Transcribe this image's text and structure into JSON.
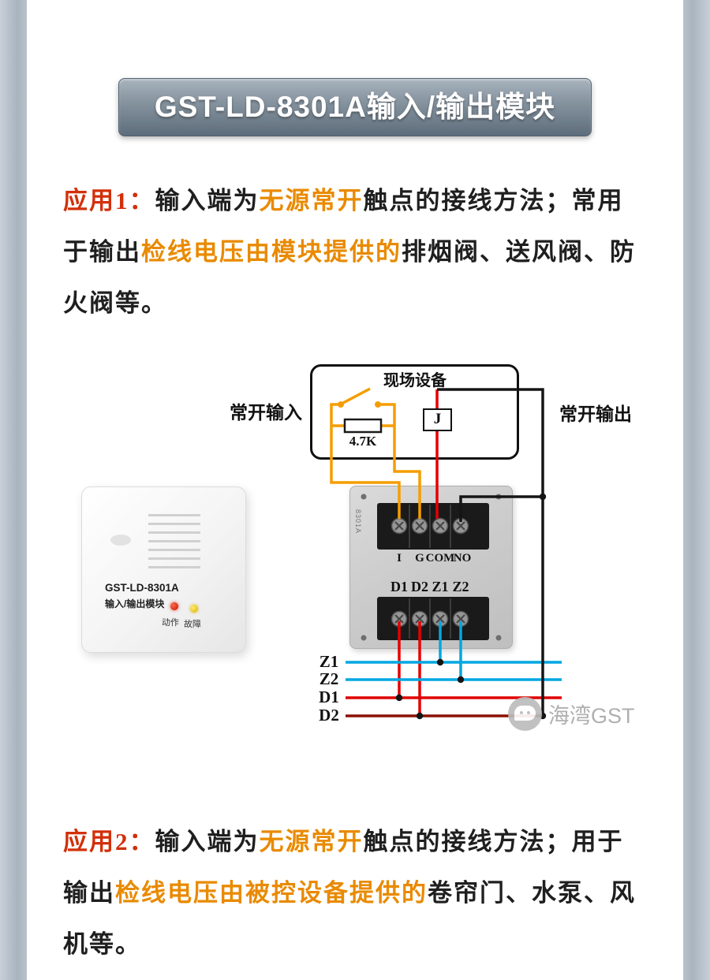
{
  "banner": {
    "title": "GST-LD-8301A输入/输出模块"
  },
  "app1": {
    "label": "应用1：",
    "text_1": "输入端为",
    "highlight_1": "无源常开",
    "text_2": "触点的接线方法；常用于输出",
    "highlight_2": "检线电压由模块提供的",
    "text_3": "排烟阀、送风阀、防火阀等。"
  },
  "app2": {
    "label": "应用2：",
    "text_1": "输入端为",
    "highlight_1": "无源常开",
    "text_2": "触点的接线方法；用于输出",
    "highlight_2": "检线电压由被控设备提供的",
    "text_3": "卷帘门、水泵、风机等。"
  },
  "diagram": {
    "field_device_label": "现场设备",
    "input_label": "常开输入",
    "output_label": "常开输出",
    "resistor_value": "4.7K",
    "relay_label": "J",
    "top_terminals": [
      "I",
      "G",
      "COM",
      "NO"
    ],
    "bottom_terminals": [
      "D1",
      "D2",
      "Z1",
      "Z2"
    ],
    "bus_labels": [
      "Z1",
      "Z2",
      "D1",
      "D2"
    ],
    "module_side_print": "8301A",
    "wire_colors": {
      "input_loop": "#f59d00",
      "relay_feed": "#e60000",
      "signal_bus_z": "#00a7e1",
      "signal_bus_d1": "#e00000",
      "signal_bus_d2": "#8c1000",
      "output": "#151515"
    }
  },
  "product_photo": {
    "model": "GST-LD-8301A",
    "name": "输入/输出模块",
    "led_labels": [
      "动作",
      "故障"
    ]
  },
  "watermark": {
    "text": "海湾GST"
  },
  "text_colors": {
    "heading_red": "#d2300a",
    "highlight_orange": "#e98a00",
    "body": "#1f1f1f"
  }
}
